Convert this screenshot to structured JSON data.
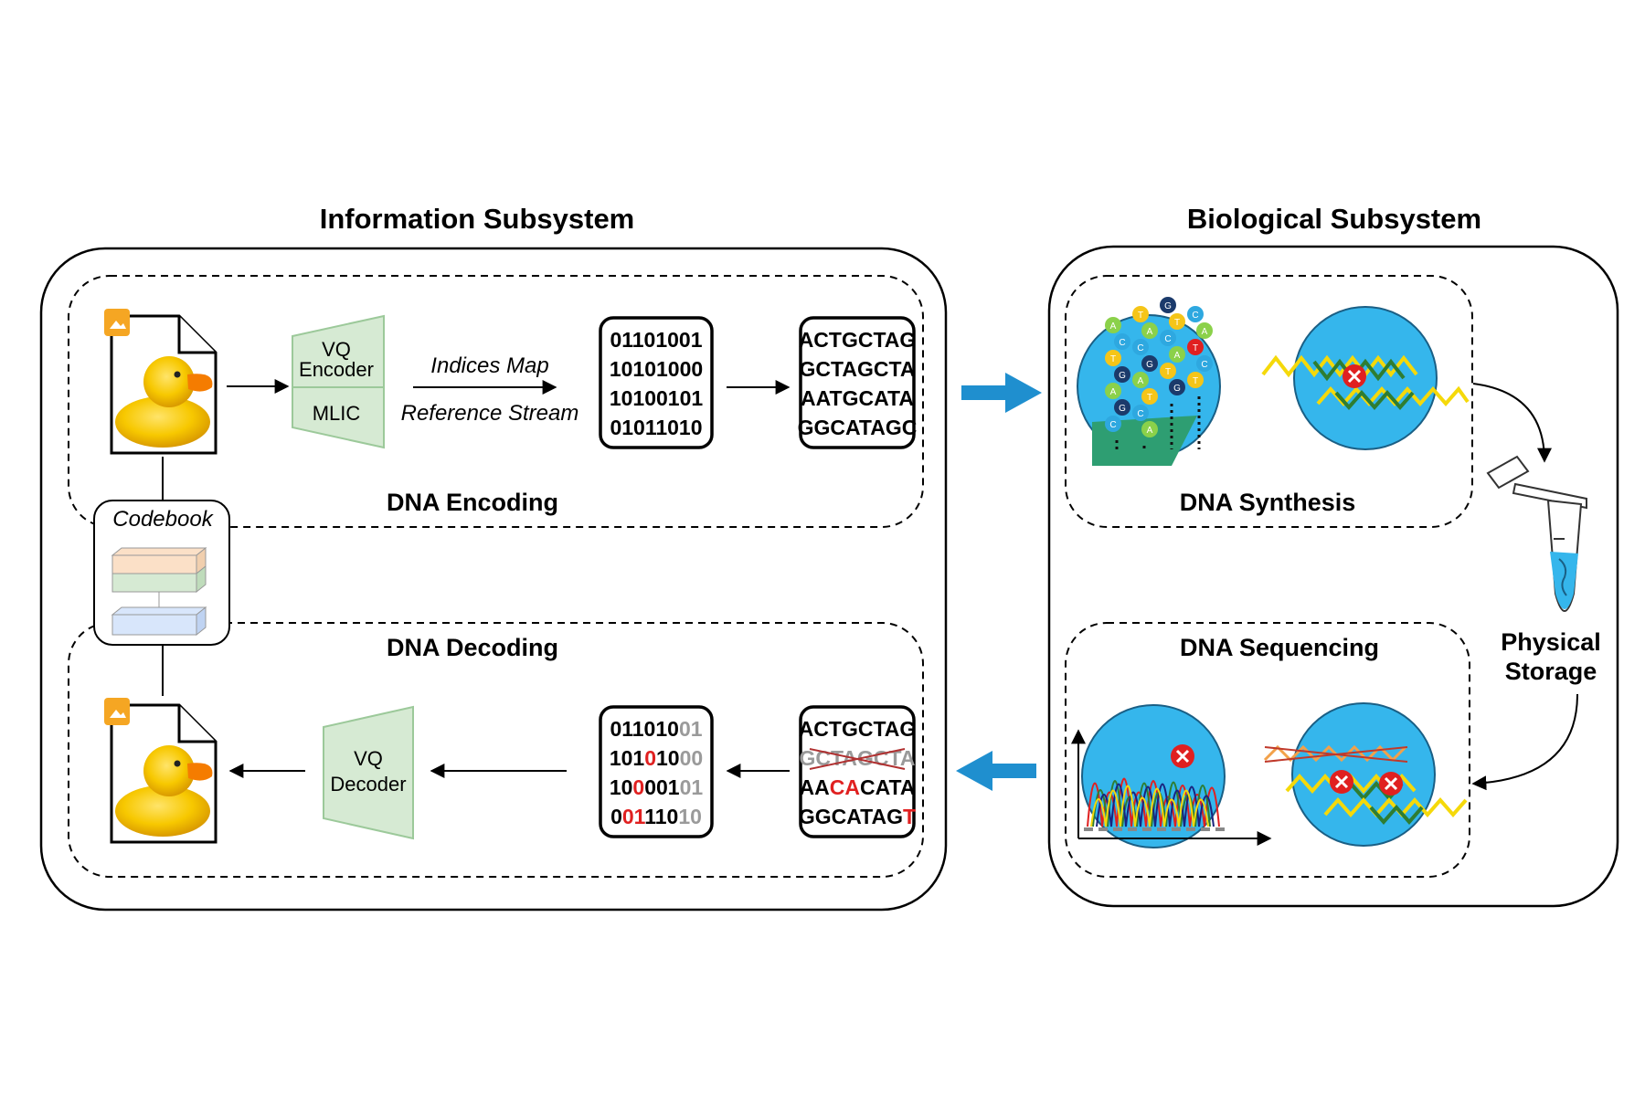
{
  "titles": {
    "information": "Information Subsystem",
    "biological": "Biological Subsystem"
  },
  "sections": {
    "dna_encoding": "DNA Encoding",
    "dna_decoding": "DNA Decoding",
    "dna_synthesis": "DNA Synthesis",
    "dna_sequencing": "DNA Sequencing",
    "physical_storage_line1": "Physical",
    "physical_storage_line2": "Storage"
  },
  "encoder": {
    "line1": "VQ",
    "line2": "Encoder",
    "mlic": "MLIC",
    "indices_map": "Indices Map",
    "reference_stream": "Reference Stream"
  },
  "decoder": {
    "line1": "VQ",
    "line2": "Decoder"
  },
  "codebook": "Codebook",
  "encode_bits": [
    "01101001",
    "10101000",
    "10100101",
    "01011010"
  ],
  "encode_dna": [
    "ACTGCTAG",
    "GCTAGCTA",
    "AATGCATA",
    "GGCATAGC"
  ],
  "decode_bits": [
    [
      {
        "t": "011010",
        "c": "k"
      },
      {
        "t": "01",
        "c": "g"
      }
    ],
    [
      {
        "t": "101",
        "c": "k"
      },
      {
        "t": "0",
        "c": "r"
      },
      {
        "t": "10",
        "c": "k"
      },
      {
        "t": "00",
        "c": "g"
      }
    ],
    [
      {
        "t": "10",
        "c": "k"
      },
      {
        "t": "0",
        "c": "r"
      },
      {
        "t": "001",
        "c": "k"
      },
      {
        "t": "01",
        "c": "g"
      }
    ],
    [
      {
        "t": "0",
        "c": "k"
      },
      {
        "t": "01",
        "c": "r"
      },
      {
        "t": "110",
        "c": "k"
      },
      {
        "t": "10",
        "c": "g"
      }
    ]
  ],
  "decode_dna": [
    [
      {
        "t": "ACTGCTAG",
        "c": "k"
      }
    ],
    [
      {
        "t": "GCTAGCTA",
        "c": "g"
      }
    ],
    [
      {
        "t": "AA",
        "c": "k"
      },
      {
        "t": "CA",
        "c": "r"
      },
      {
        "t": "CATA",
        "c": "k"
      }
    ],
    [
      {
        "t": "GGCATAG",
        "c": "k"
      },
      {
        "t": "T",
        "c": "r"
      }
    ]
  ],
  "bead_letters": [
    "A",
    "C",
    "T",
    "G",
    "A",
    "G",
    "C",
    "T",
    "A",
    "C",
    "G",
    "A",
    "T",
    "C",
    "A",
    "G",
    "T",
    "C",
    "A",
    "T",
    "G",
    "C",
    "A",
    "T",
    "C",
    "T"
  ],
  "colors": {
    "arrow_blue": "#1f8fcf",
    "circle_blue": "#35b6ec",
    "encoder_green": "#d6ead3",
    "error_red": "#e02020",
    "duck_yellow": "#f7c800",
    "file_badge": "#f5a623"
  }
}
